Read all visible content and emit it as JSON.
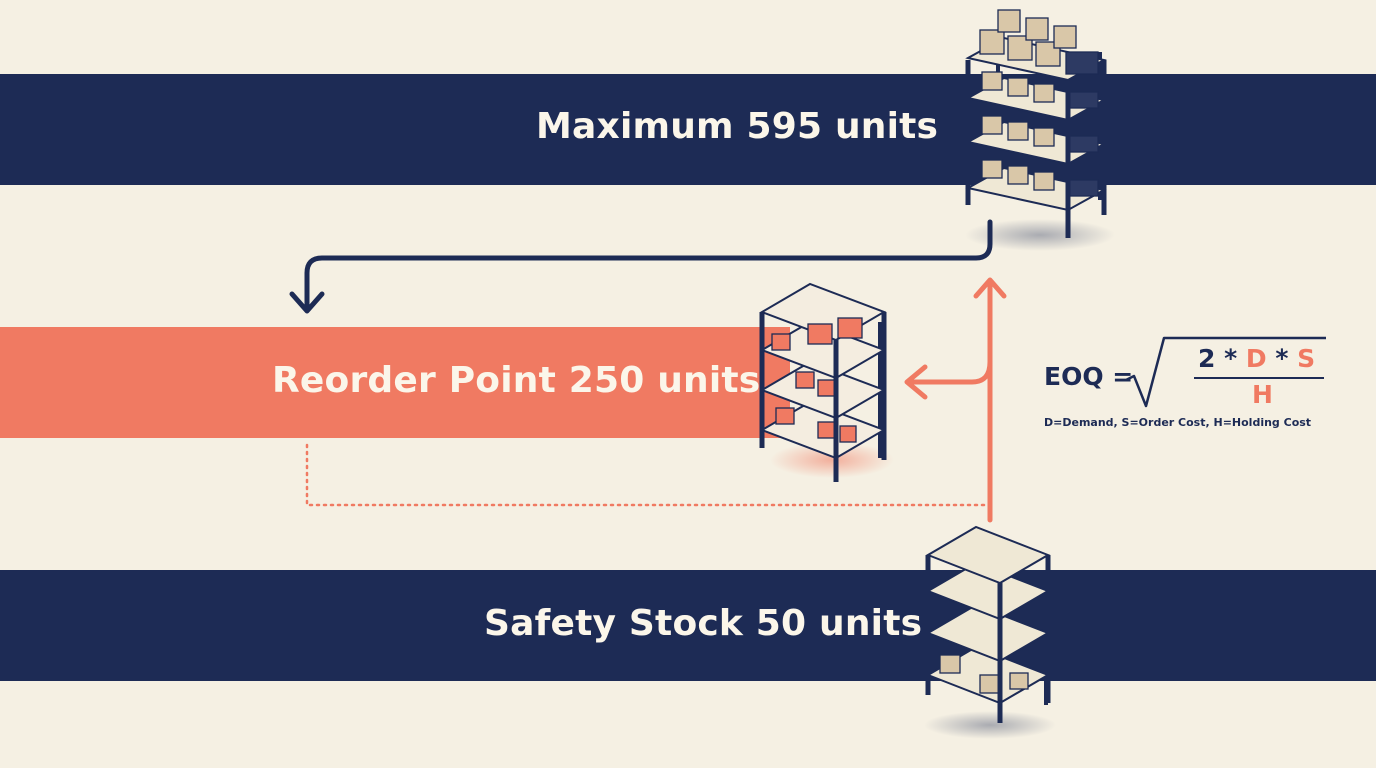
{
  "levels": {
    "maximum": "Maximum 595 units",
    "reorder_point": "Reorder Point 250 units",
    "safety_stock": "Safety Stock 50 units"
  },
  "formula": {
    "lhs": "EOQ =",
    "numerator_parts": [
      "2 * ",
      "D",
      " * ",
      "S"
    ],
    "denominator": "H",
    "legend": "D=Demand, S=Order Cost, H=Holding Cost"
  },
  "colors": {
    "navy": "#1d2b55",
    "coral": "#f07a62",
    "background": "#f5f0e3"
  },
  "icons": [
    "full-shelf-icon",
    "half-shelf-icon",
    "empty-shelf-icon",
    "down-arrow-icon",
    "up-arrow-icon",
    "left-arrow-icon"
  ]
}
